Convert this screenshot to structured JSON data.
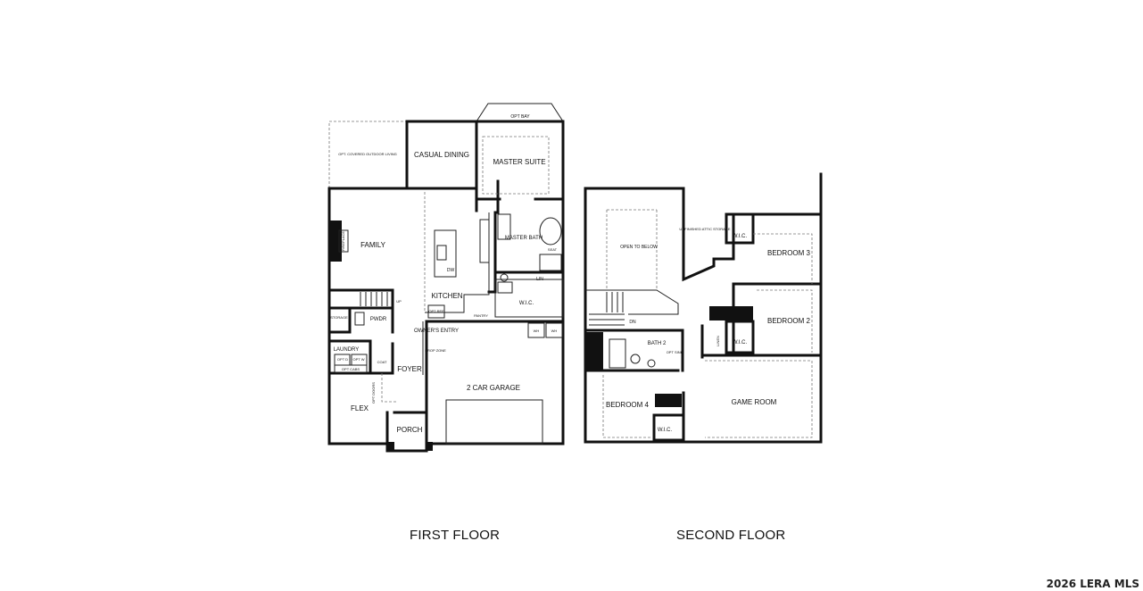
{
  "first_floor": {
    "caption": "FIRST FLOOR",
    "rooms": {
      "opt_outdoor": "OPT. COVERED OUTDOOR LIVING",
      "casual_dining": "CASUAL DINING",
      "master_suite": "MASTER SUITE",
      "opt_bay": "OPT BAY",
      "family": "FAMILY",
      "fireplace": "FIREPLACE",
      "master_bath": "MASTER BATH",
      "seat": "SEAT",
      "dw": "DW",
      "lin": "LIN",
      "wic": "W.I.C.",
      "kitchen": "KITCHEN",
      "storage": "STORAGE",
      "pwdr": "PWDR",
      "up": "UP",
      "opt_ref": "OPT REF",
      "pantry": "PANTRY",
      "owners_entry": "OWNER'S ENTRY",
      "drop_zone": "DROP ZONE",
      "wh1": "WH",
      "wh2": "WH",
      "laundry": "LAUNDRY",
      "opt_d": "OPT D",
      "opt_w": "OPT W",
      "opt_cabs": "OPT CABS",
      "coat": "COAT",
      "foyer": "FOYER",
      "garage": "2 CAR GARAGE",
      "opt_doors": "OPT DOORS",
      "flex": "FLEX",
      "porch": "PORCH"
    }
  },
  "second_floor": {
    "caption": "SECOND FLOOR",
    "rooms": {
      "open_to_below": "OPEN TO BELOW",
      "attic": "UNFINISHED ATTIC STORAGE",
      "wic3": "W.I.C.",
      "bedroom3": "BEDROOM 3",
      "bedroom2": "BEDROOM 2",
      "dn": "DN",
      "linen": "LINEN",
      "wic2": "W.I.C.",
      "bath2": "BATH 2",
      "opt_sink": "OPT SINK",
      "bedroom4": "BEDROOM 4",
      "wic4": "W.I.C.",
      "game_room": "GAME ROOM"
    }
  },
  "watermark": "2026 LERA MLS"
}
